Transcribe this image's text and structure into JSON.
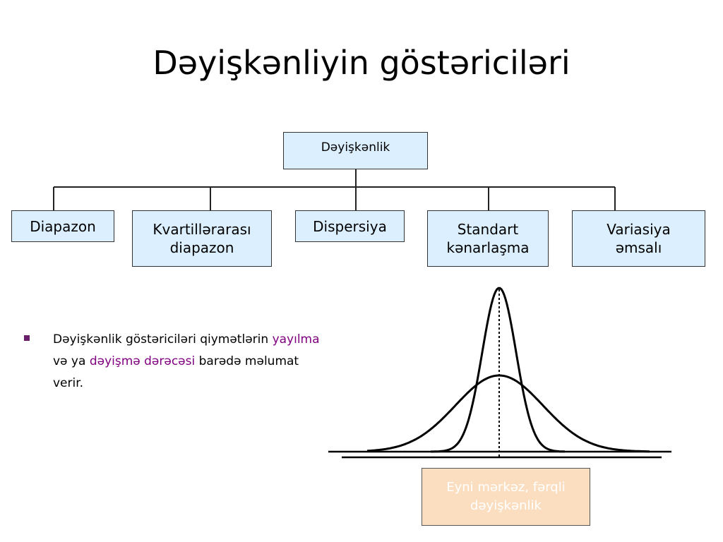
{
  "title": "Dəyişkənliyin göstəriciləri",
  "diagram": {
    "root": "Dəyişkənlik",
    "children": [
      {
        "line1": "Diapazon",
        "line2": ""
      },
      {
        "line1": "Kvartillərarası",
        "line2": "diapazon"
      },
      {
        "line1": "Dispersiya",
        "line2": ""
      },
      {
        "line1": "Standart",
        "line2": "kənarlaşma"
      },
      {
        "line1": "Variasiya",
        "line2": "əmsalı"
      }
    ]
  },
  "text": {
    "part1": "Dəyişkənlik göstəriciləri qiymətlərin ",
    "hl1": "yayılma",
    "part2": " və ya ",
    "hl2": "dəyişmə dərəcəsi",
    "part3": " barədə məlumat verir."
  },
  "figure": {
    "caption_line1": "Eyni mərkəz, fərqli",
    "caption_line2": "dəyişkənlik"
  },
  "colors": {
    "box_fill": "#dcefff",
    "highlight": "#800080",
    "caption_fill": "#fbdec0",
    "bullet": "#6b1f6b"
  }
}
